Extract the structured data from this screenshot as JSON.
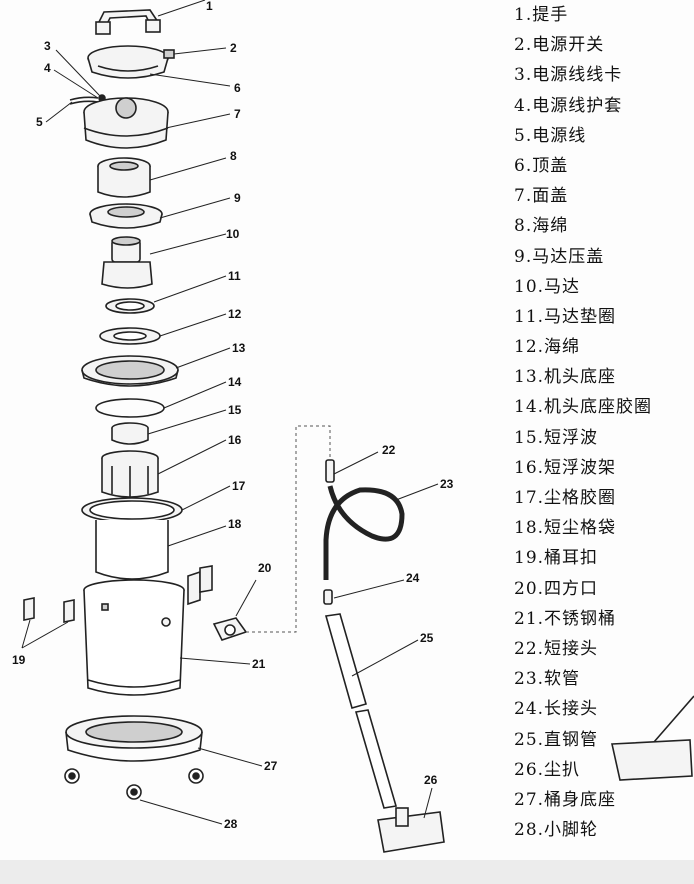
{
  "callouts": [
    "1",
    "2",
    "3",
    "4",
    "5",
    "6",
    "7",
    "8",
    "9",
    "10",
    "11",
    "12",
    "13",
    "14",
    "15",
    "16",
    "17",
    "18",
    "19",
    "20",
    "21",
    "22",
    "23",
    "24",
    "25",
    "26",
    "27",
    "28"
  ],
  "legend": [
    "1.提手",
    "2.电源开关",
    "3.电源线线卡",
    "4.电源线护套",
    "5.电源线",
    "6.顶盖",
    "7.面盖",
    "8.海绵",
    "9.马达压盖",
    "10.马达",
    "11.马达垫圈",
    "12.海绵",
    "13.机头底座",
    "14.机头底座胶圈",
    "15.短浮波",
    "16.短浮波架",
    "17.尘格胶圈",
    "18.短尘格袋",
    "19.桶耳扣",
    "20.四方口",
    "21.不锈钢桶",
    "22.短接头",
    "23.软管",
    "24.长接头",
    "25.直钢管",
    "26.尘扒",
    "27.桶身底座",
    "28.小脚轮"
  ],
  "colors": {
    "line": "#222222",
    "fill": "#f4f4f4",
    "shade": "#cfcfcf",
    "footer": "#ececec"
  }
}
